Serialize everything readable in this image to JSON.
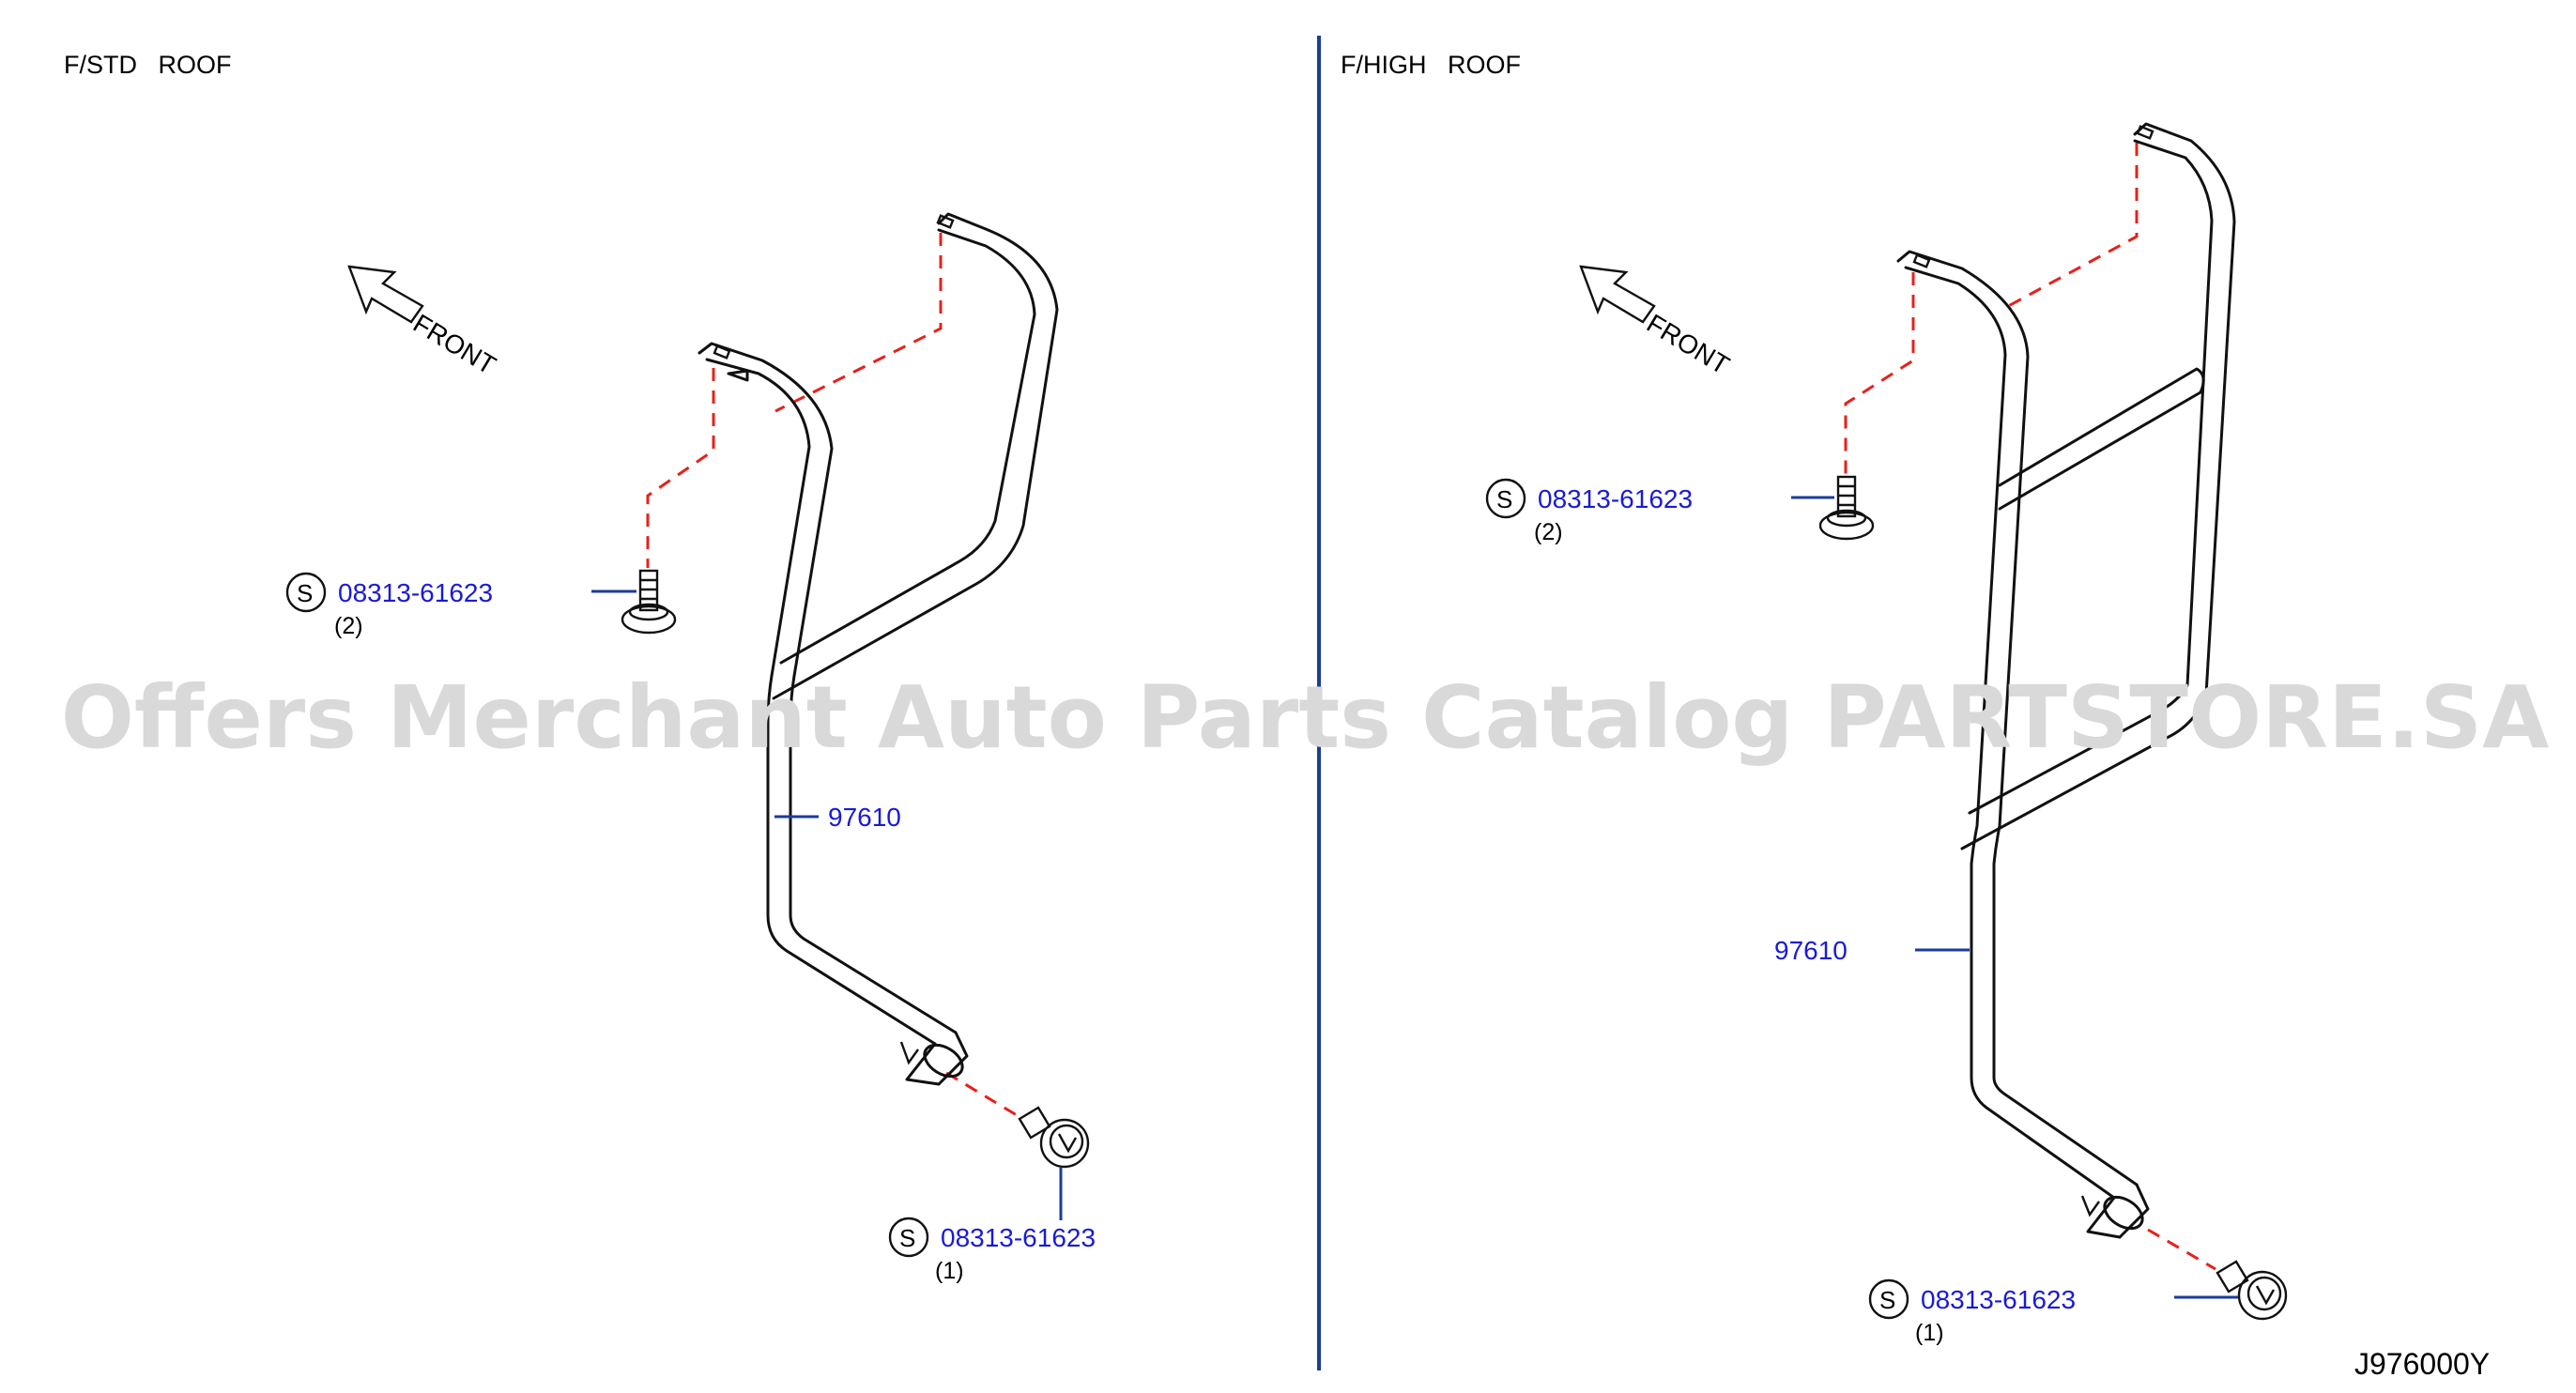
{
  "diagram": {
    "code": "J976000Y",
    "watermark": "Offers Merchant Auto Parts Catalog PARTSTORE.SA",
    "front_label": "FRONT",
    "s_symbol": "S",
    "colors": {
      "part_text": "#1a1ad6",
      "leader": "#1b3d99",
      "dashed": "#e8201a",
      "divider": "#1b3d99"
    }
  },
  "left_panel": {
    "title": "F/STD   ROOF",
    "bolt_top": {
      "part_no": "08313-61623",
      "qty": "(2)"
    },
    "bar": {
      "part_no": "97610"
    },
    "bolt_bottom": {
      "part_no": "08313-61623",
      "qty": "(1)"
    }
  },
  "right_panel": {
    "title": "F/HIGH   ROOF",
    "bolt_top": {
      "part_no": "08313-61623",
      "qty": "(2)"
    },
    "bar": {
      "part_no": "97610"
    },
    "bolt_bottom": {
      "part_no": "08313-61623",
      "qty": "(1)"
    }
  }
}
